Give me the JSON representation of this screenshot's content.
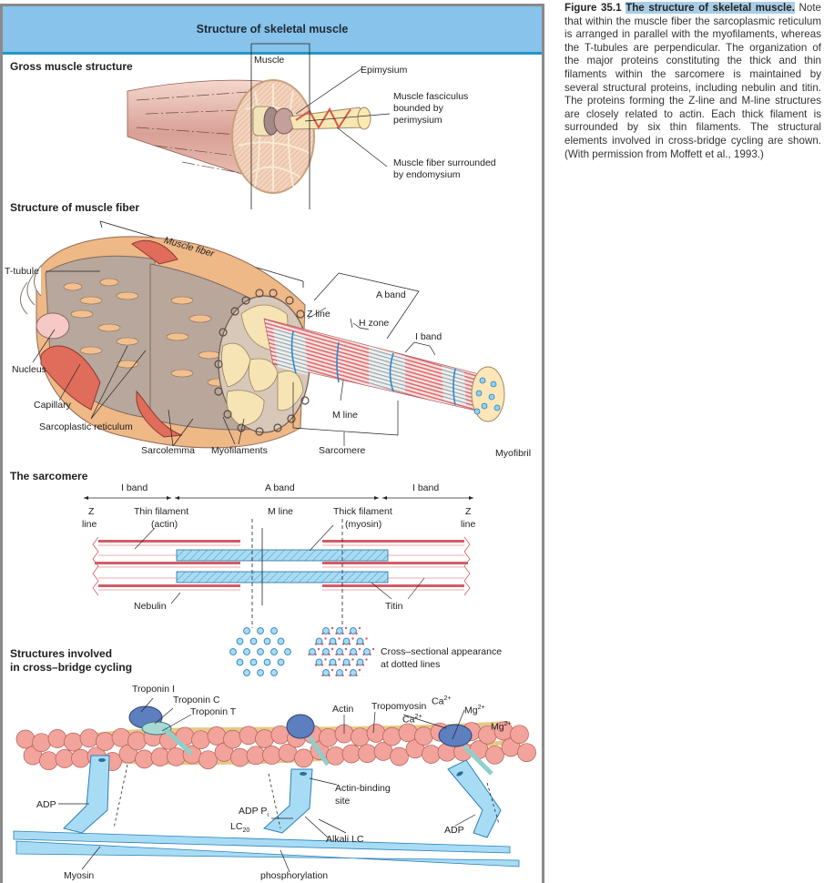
{
  "figure": {
    "header_title": "Structure of skeletal muscle",
    "colors": {
      "header_bg": "#87c3ea",
      "header_rule": "#2596c8",
      "frame_border": "#8a8a8a",
      "muscle_pink": "#e8b8a8",
      "actin_red": "#d95f6a",
      "myosin_blue": "#a8dcf5",
      "caption_highlight": "#a9cde6"
    },
    "sections": {
      "gross": {
        "title": "Gross muscle structure",
        "labels": {
          "muscle": "Muscle",
          "epimysium": "Epimysium",
          "fasciculus": [
            "Muscle fasciculus",
            "bounded by",
            "perimysium"
          ],
          "fiber": [
            "Muscle fiber surrounded",
            "by endomysium"
          ]
        }
      },
      "fiber": {
        "title": "Structure of muscle fiber",
        "labels": {
          "muscle_fiber": "Muscle fiber",
          "t_tubule": "T-tubule",
          "nucleus": "Nucleus",
          "capillary": "Capillary",
          "sarcoplastic": "Sarcoplastic reticulum",
          "sarcolemma": "Sarcolemma",
          "myofilaments": "Myofilaments",
          "sarcomere": "Sarcomere",
          "myofibril": "Myofibril",
          "z_line": "Z line",
          "a_band": "A band",
          "h_zone": "H zone",
          "i_band": "I band",
          "m_line": "M line"
        }
      },
      "sarcomere": {
        "title": "The sarcomere",
        "labels": {
          "i_band_left": "I band",
          "a_band": "A band",
          "i_band_right": "I band",
          "z_line_left": [
            "Z",
            "line"
          ],
          "z_line_right": [
            "Z",
            "line"
          ],
          "thin_filament": [
            "Thin filament",
            "(actin)"
          ],
          "m_line": "M line",
          "thick_filament": [
            "Thick filament",
            "(myosin)"
          ],
          "nebulin": "Nebulin",
          "titin": "Titin",
          "cross_section": [
            "Cross–sectional appearance",
            "at dotted lines"
          ]
        }
      },
      "crossbridge": {
        "title": [
          "Structures involved",
          "in cross–bridge cycling"
        ],
        "labels": {
          "troponin_i": "Troponin I",
          "troponin_c": "Troponin C",
          "troponin_t": "Troponin T",
          "actin": "Actin",
          "tropomyosin": "Tropomyosin",
          "ca_top": "Ca",
          "ca_mid": "Ca",
          "mg_1": "Mg",
          "mg_2": "Mg",
          "charge": "2+",
          "adp_left": "ADP",
          "adp_pi": "ADP P",
          "pi_sub": "i",
          "lc": "LC",
          "lc_sub": "20",
          "actin_binding": [
            "Actin-binding",
            "site"
          ],
          "alkali_lc": "Alkali LC",
          "adp_right": "ADP",
          "myosin": "Myosin",
          "phosphorylation": "phosphorylation"
        }
      }
    }
  },
  "caption": {
    "figure_number": "Figure 35.1",
    "title": "The structure of skeletal muscle.",
    "body": "Note that within the muscle fiber the sarcoplasmic reticulum is arranged in parallel with the myofila­ments, whereas the T-tubules are perpendicular. The organization of the major proteins constituting the thick and thin filaments within the sarcomere is maintained by several structural proteins, including nebulin and titin. The proteins forming the Z-line and M-line structures are closely related to actin. Each thick filament is surrounded by six thin filaments. The structural elements involved in cross-bridge cycling are shown. (With permission from Moffett et al., 1993.)"
  }
}
